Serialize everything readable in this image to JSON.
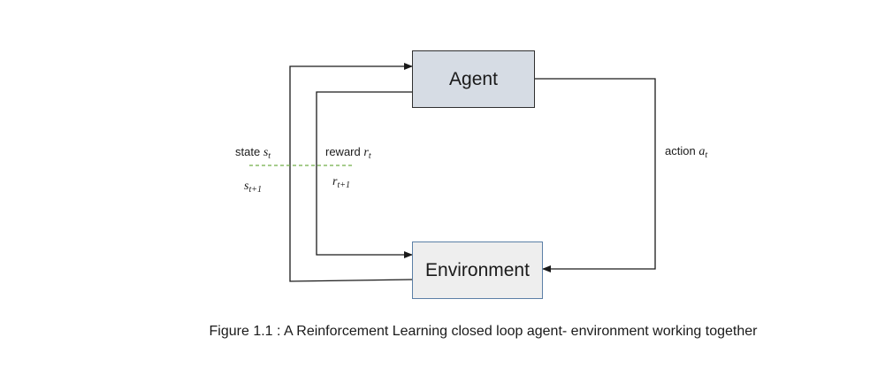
{
  "agent": {
    "label": "Agent"
  },
  "environment": {
    "label": "Environment"
  },
  "labels": {
    "state": {
      "word": "state",
      "symbol": "s",
      "subscript": "t"
    },
    "reward": {
      "word": "reward",
      "symbol": "r",
      "subscript": "t"
    },
    "action": {
      "word": "action",
      "symbol": "a",
      "subscript": "t"
    },
    "next_state": {
      "symbol": "s",
      "subscript": "t+1"
    },
    "next_reward": {
      "symbol": "r",
      "subscript": "t+1"
    }
  },
  "caption": "Figure 1.1 : A Reinforcement Learning closed loop agent- environment working together",
  "colors": {
    "agent_fill": "#d6dce4",
    "environment_fill": "#eeeeee",
    "divider": "#70ad47",
    "line": "#1a1a1a"
  }
}
